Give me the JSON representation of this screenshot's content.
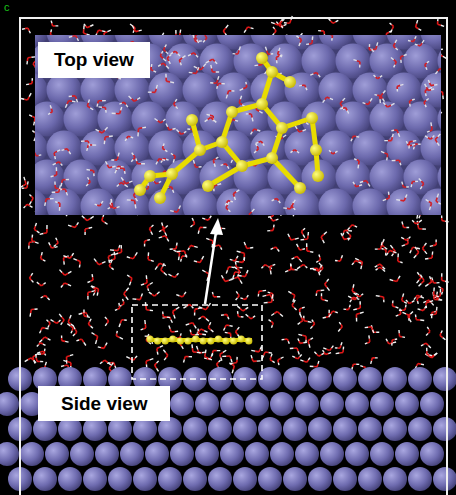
{
  "diagram": {
    "nodes": [
      {
        "text": [
          "Top view"
        ]
      },
      {
        "text": [
          "Side view"
        ]
      }
    ],
    "labels": [
      "c"
    ]
  }
}
